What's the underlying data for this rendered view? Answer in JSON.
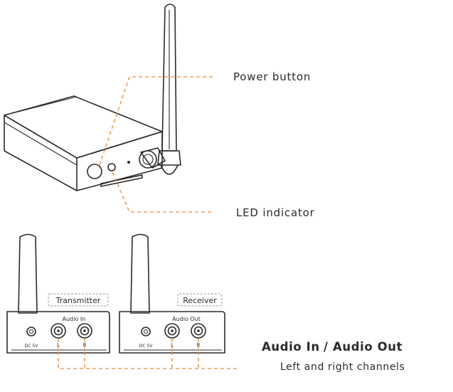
{
  "labels": {
    "power_button": "Power button",
    "led_indicator": "LED indicator",
    "audio_in_out_a": "Audio In",
    "audio_in_out_sep": "/",
    "audio_in_out_b": "Audio Out",
    "channels": "Left and right channels"
  },
  "transmitter": {
    "tag": "Transmitter",
    "panel_title": "Audio In",
    "dc_label": "DC 5V",
    "left": "L",
    "right": "R"
  },
  "receiver": {
    "tag": "Receiver",
    "panel_title": "Audio Out",
    "dc_label": "DC 5V",
    "left": "L",
    "right": "R"
  },
  "colors": {
    "line": "#2b2b2b",
    "leader": "#e8893a",
    "tag_border": "#9a9a9a"
  }
}
